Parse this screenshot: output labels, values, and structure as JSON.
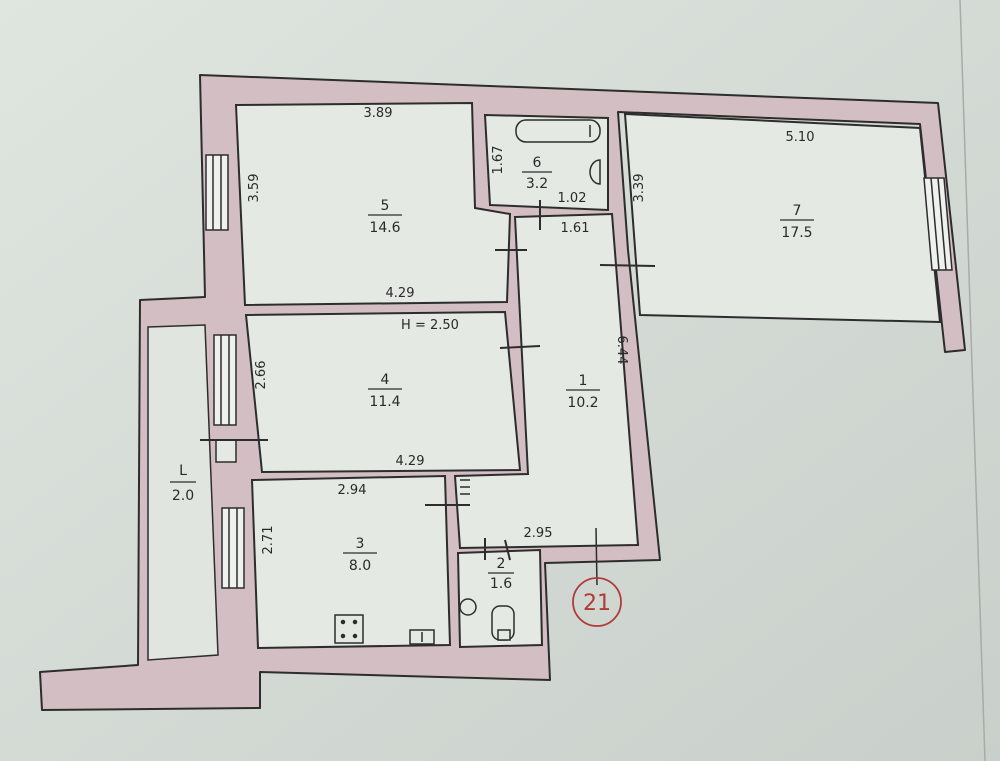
{
  "ceiling_height": "H = 2.50",
  "plan_number": "21",
  "rooms": {
    "r1": {
      "num": "1",
      "area": "10.2"
    },
    "r2": {
      "num": "2",
      "area": "1.6"
    },
    "r3": {
      "num": "3",
      "area": "8.0"
    },
    "r4": {
      "num": "4",
      "area": "11.4"
    },
    "r5": {
      "num": "5",
      "area": "14.6"
    },
    "r6": {
      "num": "6",
      "area": "3.2"
    },
    "r7": {
      "num": "7",
      "area": "17.5"
    },
    "balcony": {
      "num": "L",
      "area": "2.0"
    }
  },
  "dims": {
    "r5_w": "3.89",
    "r5_h": "3.59",
    "r6_h": "1.67",
    "r6_w": "1.02",
    "r6_w2": "1.61",
    "r7_w": "5.10",
    "r7_h": "3.39",
    "r4_top": "4.29",
    "r4_bottom": "4.29",
    "r4_h": "2.66",
    "r1_h": "6.44",
    "r1_bottom": "2.95",
    "r3_w": "2.94",
    "r3_h": "2.71"
  }
}
